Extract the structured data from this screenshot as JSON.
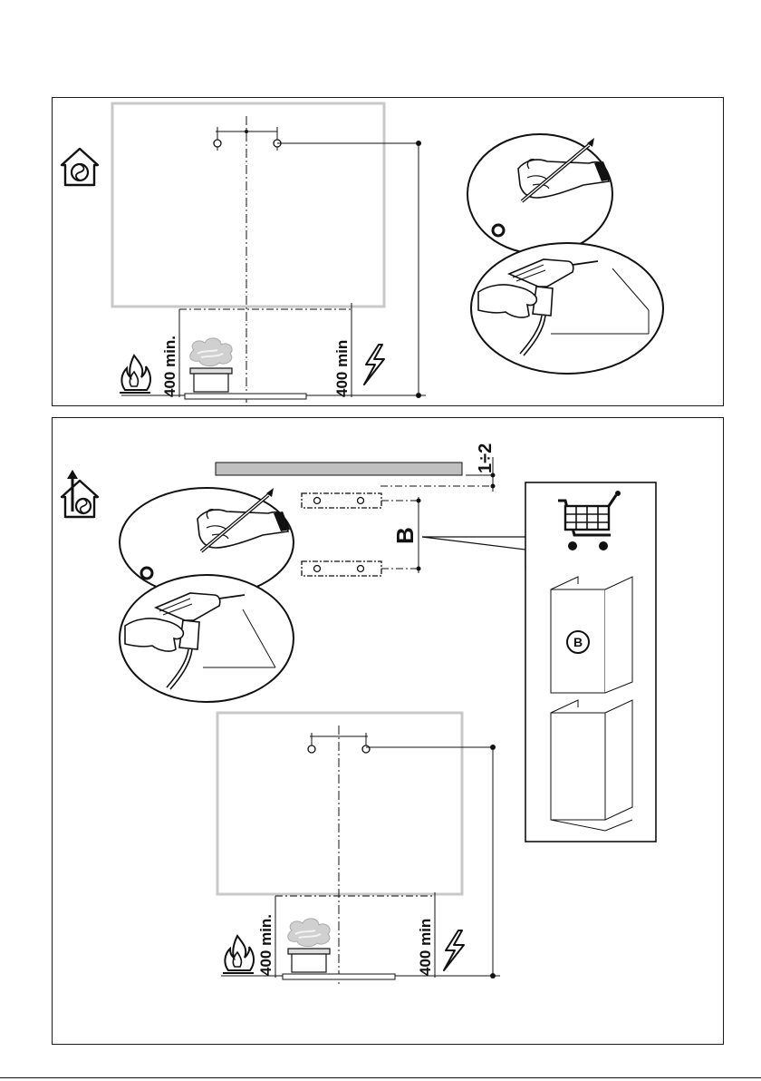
{
  "labels": {
    "min_400_dot": "400 min.",
    "min_400": "400 min",
    "dim_b": "B",
    "gap": "1÷2",
    "part_b": "B"
  },
  "colors": {
    "line": "#111111",
    "panel_frame": "#c8c8c8",
    "hood_bar": "#c0c0c0"
  },
  "icons": [
    "recirculation-mode-icon",
    "extraction-mode-icon",
    "flame-icon",
    "electric-bolt-icon",
    "shopping-cart-icon",
    "hand-pencil-icon",
    "hand-drill-icon",
    "cookware-steam-icon"
  ]
}
